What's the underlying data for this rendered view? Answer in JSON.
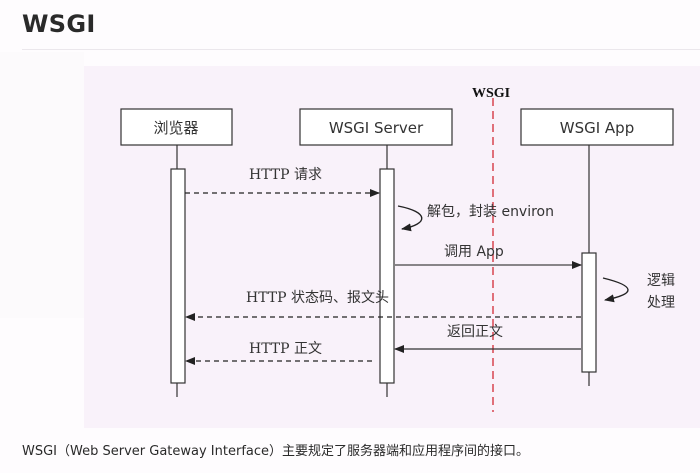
{
  "page": {
    "title": "WSGI",
    "caption": "WSGI（Web Server Gateway Interface）主要规定了服务器端和应用程序间的接口。"
  },
  "diagram": {
    "boundary": {
      "label": "WSGI",
      "color": "#e0707a"
    },
    "participants": [
      {
        "id": "browser",
        "label": "浏览器"
      },
      {
        "id": "server",
        "label": "WSGI Server"
      },
      {
        "id": "app",
        "label": "WSGI App"
      }
    ],
    "messages": [
      {
        "id": "http-request",
        "label": "HTTP 请求",
        "from": "browser",
        "to": "server",
        "style": "dashed"
      },
      {
        "id": "unpack-environ",
        "label": "解包，封装 environ",
        "from": "server",
        "to": "server",
        "style": "self"
      },
      {
        "id": "call-app",
        "label": "调用 App",
        "from": "server",
        "to": "app",
        "style": "solid"
      },
      {
        "id": "logic",
        "label_lines": [
          "逻辑",
          "处理"
        ],
        "from": "app",
        "to": "app",
        "style": "self"
      },
      {
        "id": "http-status-headers",
        "label": "HTTP 状态码、报文头",
        "from": "app",
        "to": "browser",
        "style": "dashed"
      },
      {
        "id": "return-body",
        "label": "返回正文",
        "from": "app",
        "to": "server",
        "style": "solid"
      },
      {
        "id": "http-body",
        "label": "HTTP 正文",
        "from": "server",
        "to": "browser",
        "style": "dashed"
      }
    ]
  }
}
